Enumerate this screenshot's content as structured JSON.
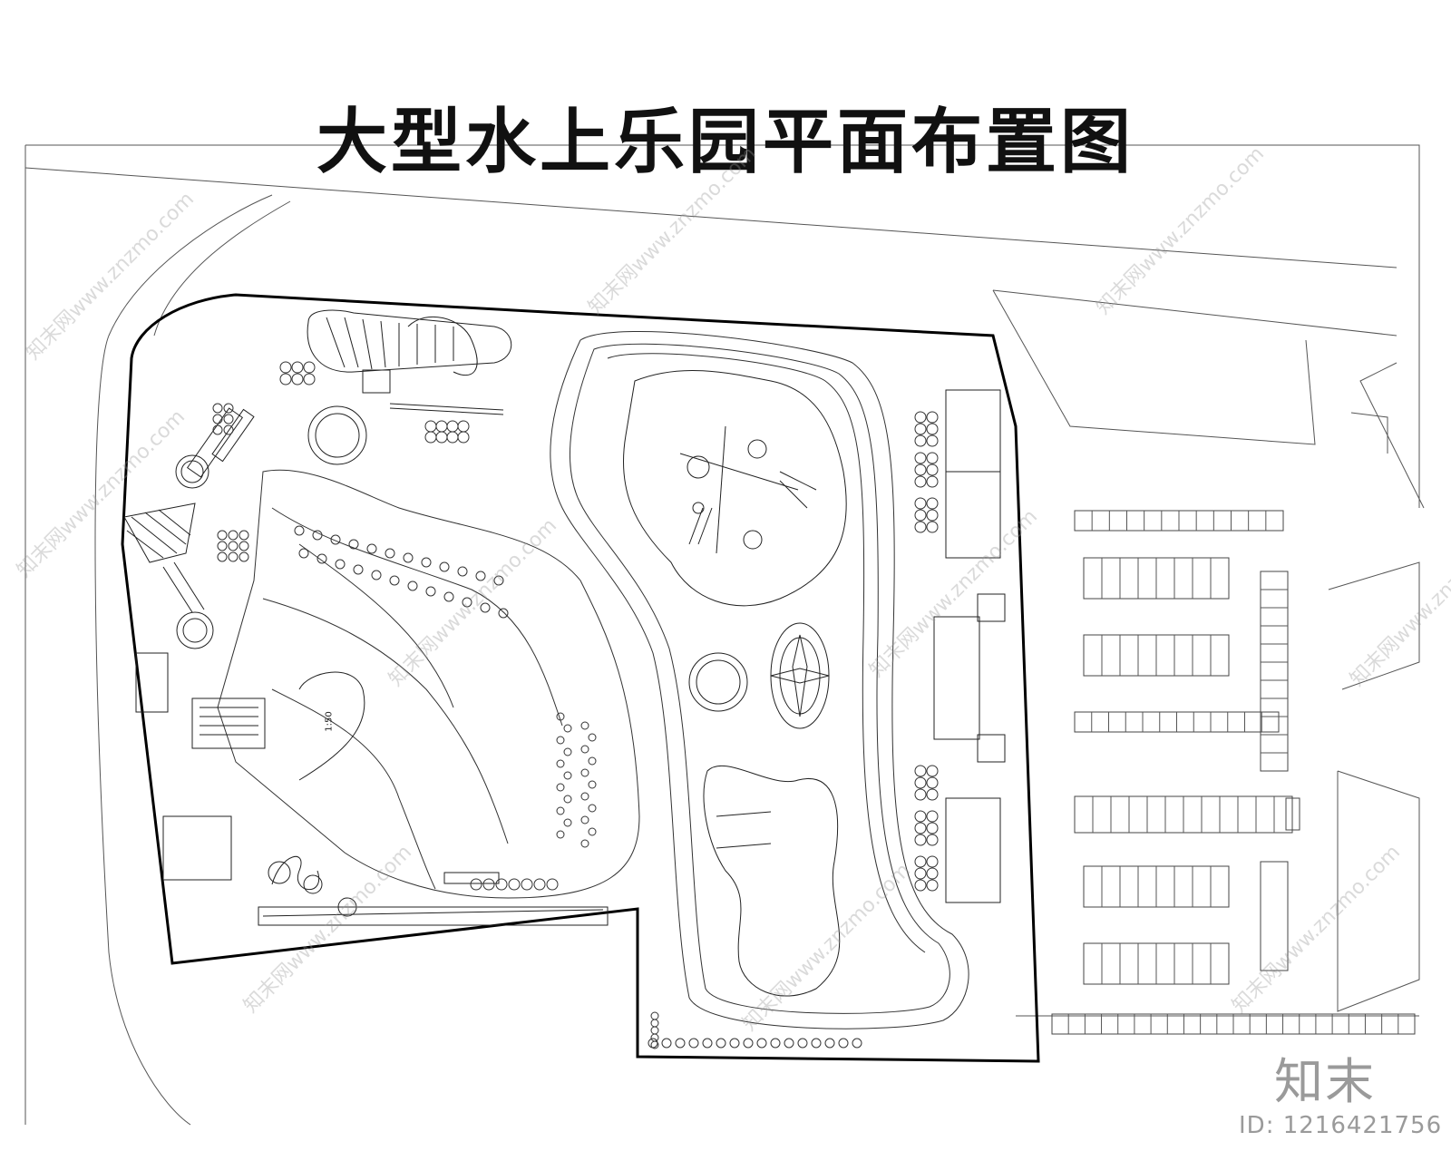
{
  "title": "大型水上乐园平面布置图",
  "watermark_text": "知末网www.znzmo.com",
  "logo_text": "知末",
  "id_label": "ID: 1216421756",
  "scale_label": "1:50",
  "colors": {
    "line": "#222222",
    "boundary": "#000000",
    "watermark": "#9a9a9a"
  }
}
